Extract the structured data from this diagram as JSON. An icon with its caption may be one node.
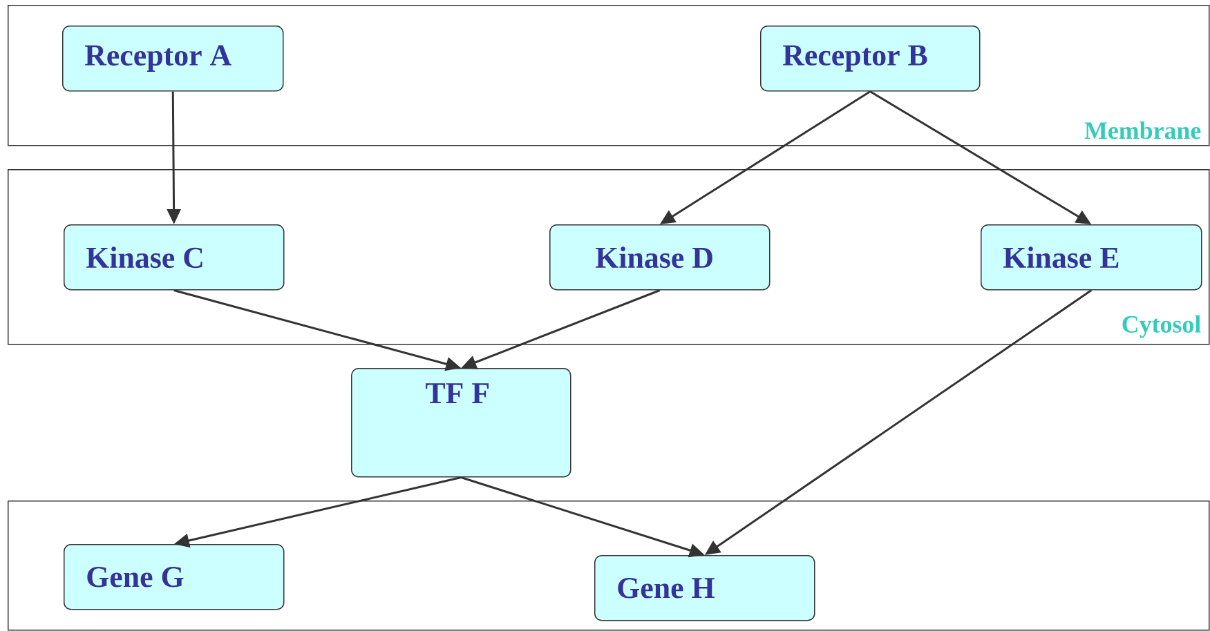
{
  "diagram": {
    "nodes": [
      {
        "text": [
          "Membrane"
        ]
      },
      {
        "text": [
          "Receptor A"
        ],
        "in": 0
      },
      {
        "text": [
          "Receptor B"
        ],
        "in": 0
      },
      {
        "text": [
          "Cytosol"
        ]
      },
      {
        "text": [
          "Kinase C"
        ],
        "in": 3
      },
      {
        "text": [
          "Kinase D"
        ],
        "in": 3
      },
      {
        "text": [
          "Kinase E"
        ],
        "in": 3
      },
      {
        "text": [
          "TF F"
        ]
      },
      {
        "text": [],
        "shape": "box"
      },
      {
        "text": [
          "Gene G"
        ],
        "in": 8
      },
      {
        "text": [
          "Gene H"
        ],
        "in": 8
      }
    ],
    "edges": [
      {
        "from": 1,
        "to": 4,
        "arrow": "to"
      },
      {
        "from": 2,
        "to": 5,
        "arrow": "to"
      },
      {
        "from": 2,
        "to": 6,
        "arrow": "to"
      },
      {
        "from": 4,
        "to": 7,
        "arrow": "to"
      },
      {
        "from": 5,
        "to": 7,
        "arrow": "to"
      },
      {
        "from": 6,
        "to": 10,
        "arrow": "to"
      },
      {
        "from": 7,
        "to": 9,
        "arrow": "to"
      },
      {
        "from": 7,
        "to": 10,
        "arrow": "to"
      }
    ]
  }
}
